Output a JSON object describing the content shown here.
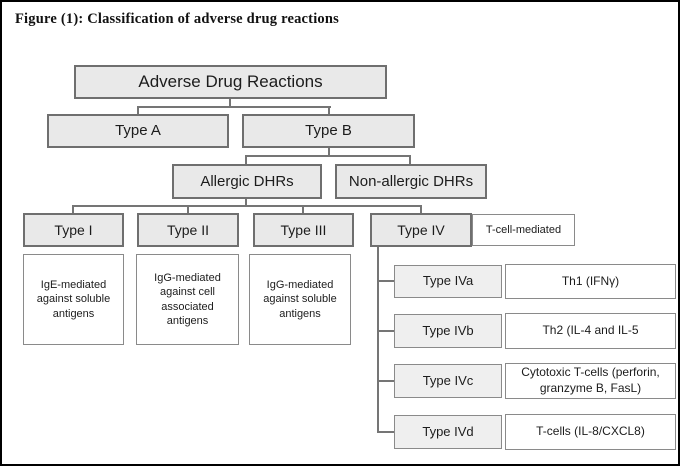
{
  "figure": {
    "title": "Figure (1): Classification of adverse drug reactions",
    "type": "flowchart",
    "colors": {
      "node_fill_gray": "#e9e9e9",
      "node_fill_sub_gray": "#efefef",
      "node_fill_white": "#ffffff",
      "node_border": "#6f6f6f",
      "connector_line": "#757575",
      "frame_border": "#000000",
      "text": "#1c1c1c"
    }
  },
  "nodes": {
    "adr": {
      "label": "Adverse Drug Reactions"
    },
    "type_a": {
      "label": "Type A"
    },
    "type_b": {
      "label": "Type B"
    },
    "allergic": {
      "label": "Allergic DHRs"
    },
    "non_allergic": {
      "label": "Non-allergic DHRs"
    },
    "type_i": {
      "label": "Type I",
      "desc": "IgE-mediated against soluble antigens"
    },
    "type_ii": {
      "label": "Type II",
      "desc": "IgG-mediated against cell associated antigens"
    },
    "type_iii": {
      "label": "Type III",
      "desc": "IgG-mediated against soluble antigens"
    },
    "type_iv": {
      "label": "Type IV",
      "annotation": "T-cell-mediated"
    },
    "type_iva": {
      "label": "Type IVa",
      "desc": "Th1 (IFNγ)"
    },
    "type_ivb": {
      "label": "Type IVb",
      "desc": "Th2 (IL-4 and IL-5"
    },
    "type_ivc": {
      "label": "Type IVc",
      "desc": "Cytotoxic T-cells (perforin, granzyme B, FasL)"
    },
    "type_ivd": {
      "label": "Type IVd",
      "desc": "T-cells (IL-8/CXCL8)"
    }
  },
  "edges": [
    "adr->type_a",
    "adr->type_b",
    "type_b->allergic",
    "type_b->non_allergic",
    "allergic->type_i",
    "allergic->type_ii",
    "allergic->type_iii",
    "allergic->type_iv",
    "type_iv->type_iva",
    "type_iv->type_ivb",
    "type_iv->type_ivc",
    "type_iv->type_ivd"
  ]
}
